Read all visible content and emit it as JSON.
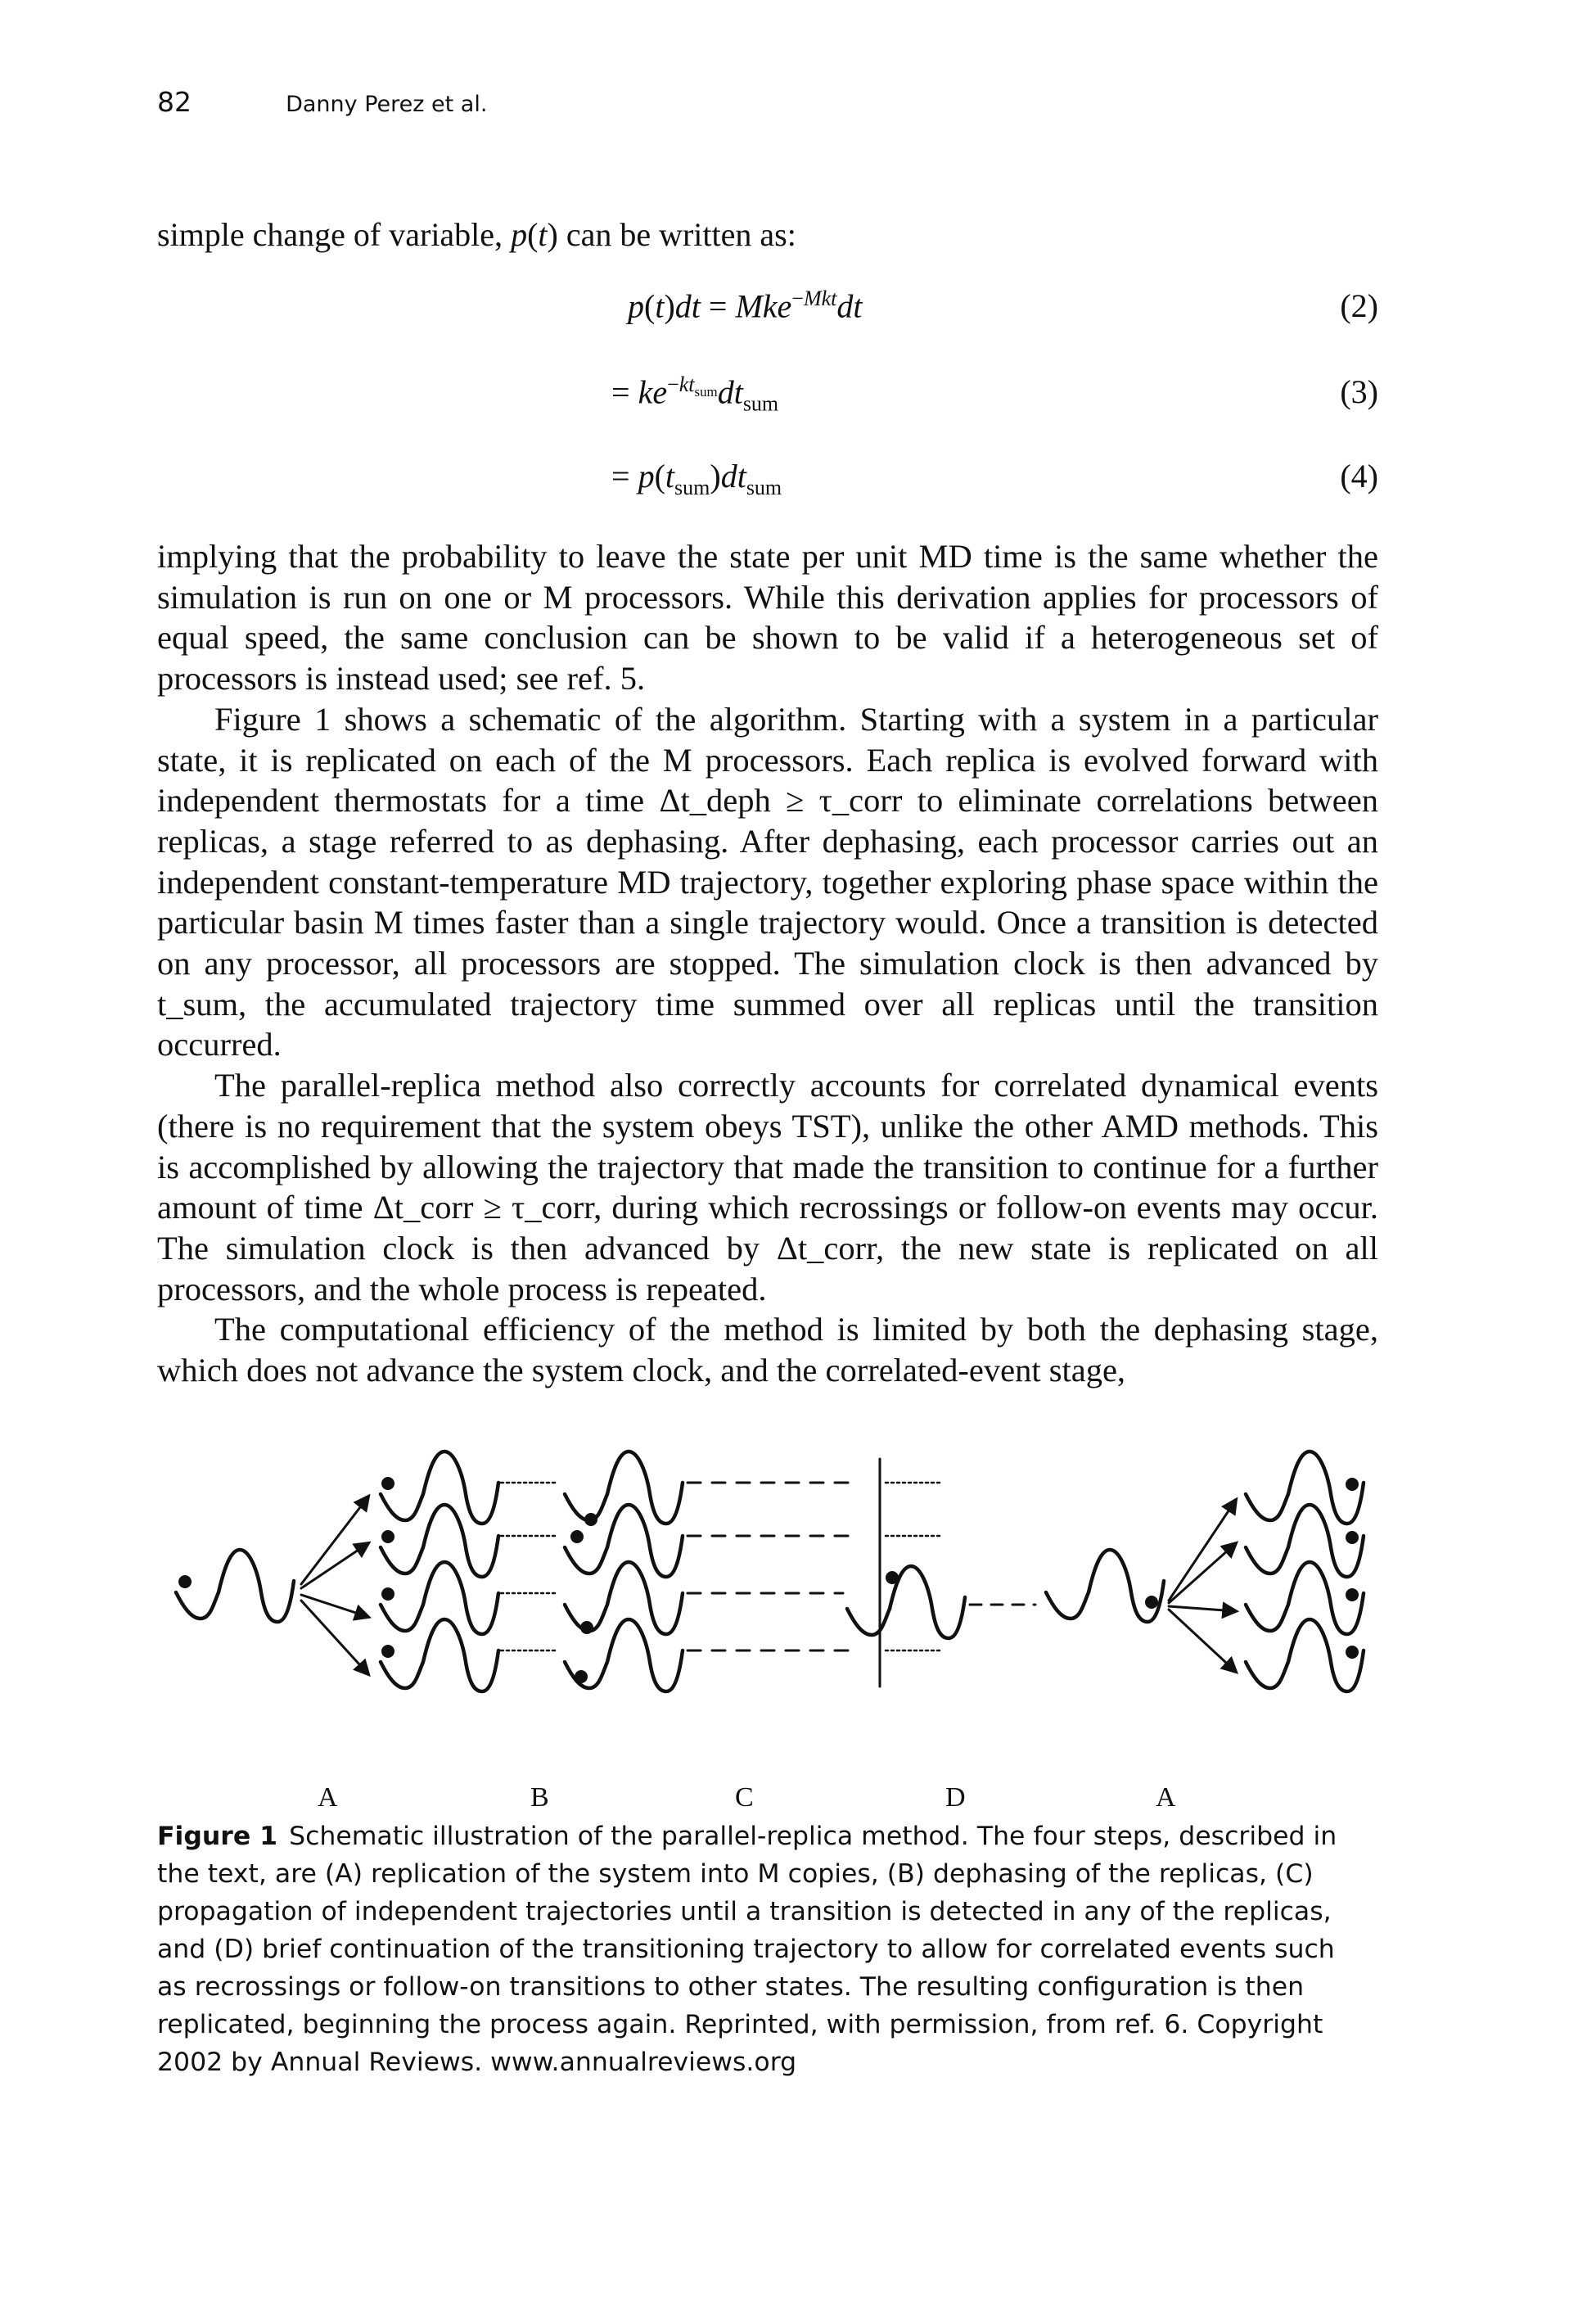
{
  "header": {
    "page_number": "82",
    "author": "Danny Perez et al."
  },
  "intro_line": {
    "pre": "simple change of variable, ",
    "var": "p",
    "mid": "(",
    "t": "t",
    "post": ") can be written as:"
  },
  "equations": [
    {
      "number": "(2)"
    },
    {
      "number": "(3)"
    },
    {
      "number": "(4)"
    }
  ],
  "paragraphs": [
    "implying that the probability to leave the state per unit MD time is the same whether the simulation is run on one or M processors. While this derivation applies for processors of equal speed, the same conclusion can be shown to be valid if a heterogeneous set of processors is instead used; see ref. 5.",
    "Figure 1 shows a schematic of the algorithm. Starting with a system in a particular state, it is replicated on each of the M processors. Each replica is evolved forward with independent thermostats for a time Δt_deph ≥ τ_corr to eliminate correlations between replicas, a stage referred to as dephasing. After dephasing, each processor carries out an independent constant-temperature MD trajectory, together exploring phase space within the particular basin M times faster than a single trajectory would. Once a transition is detected on any processor, all processors are stopped. The simulation clock is then advanced by t_sum, the accumulated trajectory time summed over all replicas until the transition occurred.",
    "The parallel-replica method also correctly accounts for correlated dynamical events (there is no requirement that the system obeys TST), unlike the other AMD methods. This is accomplished by allowing the trajectory that made the transition to continue for a further amount of time Δt_corr ≥ τ_corr, during which recrossings or follow-on events may occur. The simulation clock is then advanced by Δt_corr, the new state is replicated on all processors, and the whole process is repeated.",
    "The computational efficiency of the method is limited by both the dephasing stage, which does not advance the system clock, and the correlated-event stage,"
  ],
  "figure": {
    "stage_labels": [
      "A",
      "B",
      "C",
      "D",
      "A"
    ]
  },
  "caption": {
    "label": "Figure 1",
    "text": "Schematic illustration of the parallel-replica method. The four steps, described in the text, are (A) replication of the system into M copies, (B) dephasing of the replicas, (C) propagation of independent trajectories until a transition is detected in any of the replicas, and (D) brief continuation of the transitioning trajectory to allow for correlated events such as recrossings or follow-on transitions to other states. The resulting configuration is then replicated, beginning the process again. Reprinted, with permission, from ref. 6. Copyright 2002 by Annual Reviews. www.annualreviews.org"
  }
}
